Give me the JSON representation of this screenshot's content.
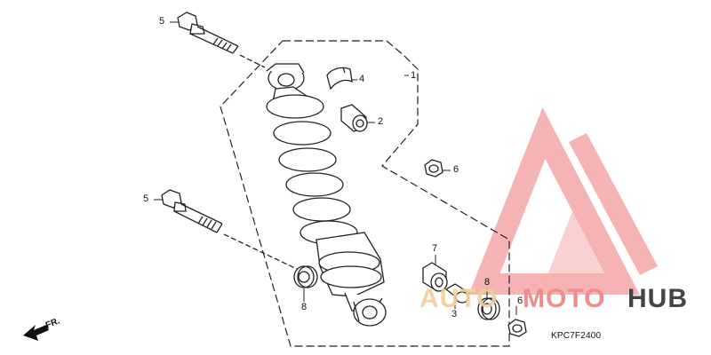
{
  "callouts": {
    "bolt_top": "5",
    "bolt_left": "5",
    "assembly": "1",
    "bushing_top": "2",
    "stopper": "4",
    "nut_right": "6",
    "nut_bottom": "6",
    "bushing_bottom": "7",
    "collar": "3",
    "seal_left": "8",
    "seal_right": "8"
  },
  "diagram_code": "KPC7F2400",
  "direction_label": "FR.",
  "watermark": {
    "part1": "AUTO",
    "part2": "MOTO",
    "part3": "HUB",
    "colors": {
      "logo": "#f29a9a",
      "auto": "#f3cf9a",
      "moto": "#f08c8c",
      "hub": "#444444"
    }
  }
}
